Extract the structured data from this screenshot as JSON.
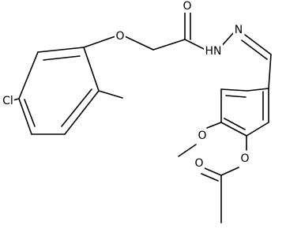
{
  "atoms": {
    "cl": "Cl",
    "o_ether": "O",
    "o_carbonyl_amide": "O",
    "nh": "HN",
    "n_imine": "N",
    "o_methoxy": "O",
    "o_ester": "O",
    "o_carbonyl_ester": "O"
  }
}
